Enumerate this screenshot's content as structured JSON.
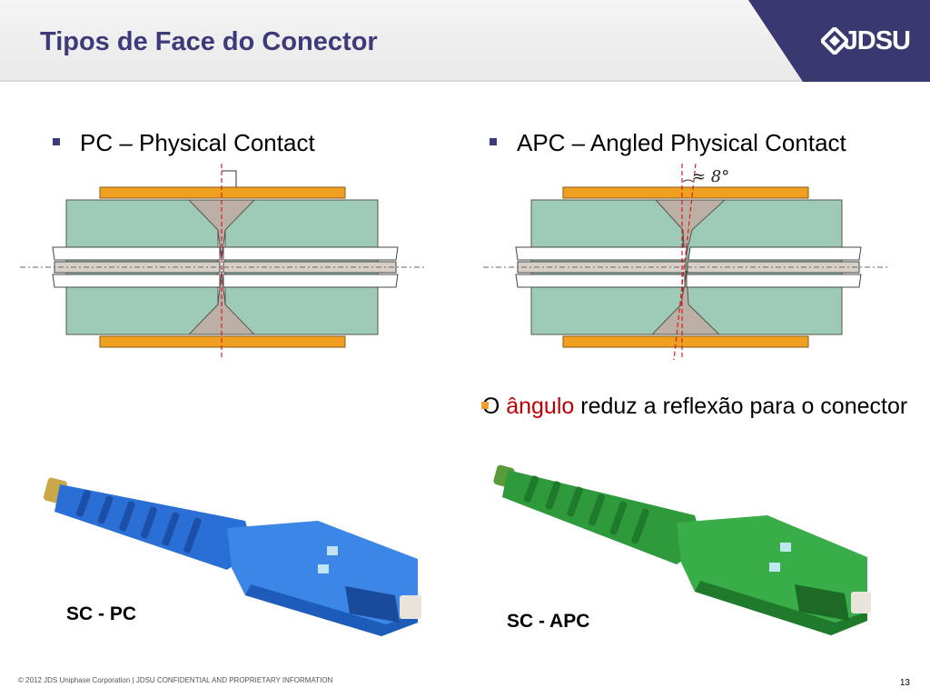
{
  "slide": {
    "title": "Tipos de Face do Conector",
    "logo": "JDSU",
    "bullet_pc": "PC – Physical Contact",
    "bullet_apc": "APC – Angled Physical Contact",
    "angle_label": "≈ 8°",
    "note_prefix": "O ",
    "note_highlight": "ângulo",
    "note_suffix": " reduz a reflexão para o conector",
    "label_pc": "SC - PC",
    "label_apc": "SC - APC",
    "footer": "© 2012 JDS Uniphase Corporation    |    JDSU CONFIDENTIAL AND PROPRIETARY INFORMATION",
    "page_number": "13"
  },
  "colors": {
    "title": "#3c3a78",
    "logo_tab": "#3a3870",
    "ferrule": "#9dcbb6",
    "sleeve": "#f0a020",
    "epoxy": "#bcb0a4",
    "highlight": "#c00000",
    "pc_connector": "#2a6fd6",
    "apc_connector": "#2e9a3c"
  }
}
